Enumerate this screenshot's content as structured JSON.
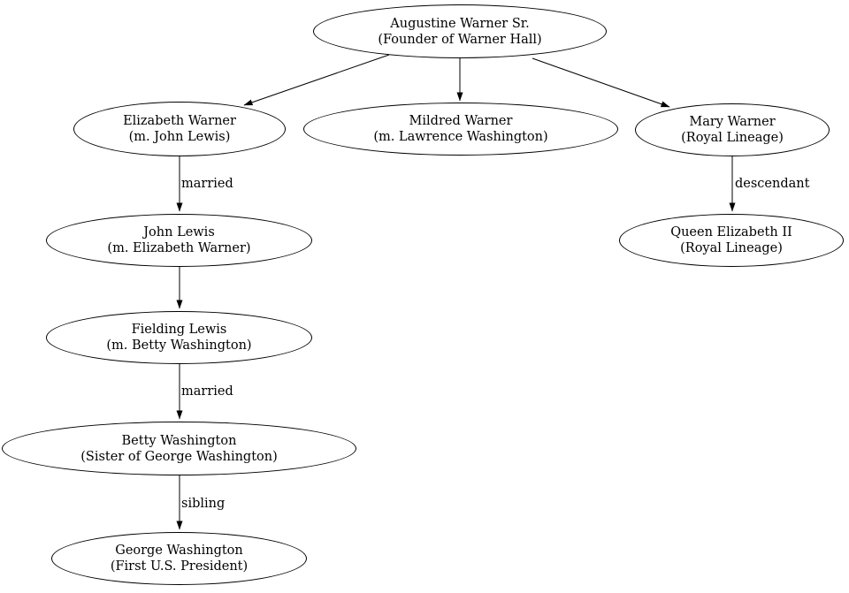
{
  "diagram": {
    "type": "family-tree-graph",
    "background_color": "#ffffff",
    "stroke_color": "#000000",
    "text_color": "#000000",
    "nodes": [
      {
        "id": "augustine",
        "name": "Augustine Warner Sr.",
        "subtitle": "(Founder of Warner Hall)"
      },
      {
        "id": "elizabeth",
        "name": "Elizabeth Warner",
        "subtitle": "(m. John Lewis)"
      },
      {
        "id": "mildred",
        "name": "Mildred Warner",
        "subtitle": "(m. Lawrence Washington)"
      },
      {
        "id": "mary",
        "name": "Mary Warner",
        "subtitle": "(Royal Lineage)"
      },
      {
        "id": "john",
        "name": "John Lewis",
        "subtitle": "(m. Elizabeth Warner)"
      },
      {
        "id": "queen",
        "name": "Queen Elizabeth II",
        "subtitle": "(Royal Lineage)"
      },
      {
        "id": "fielding",
        "name": "Fielding Lewis",
        "subtitle": "(m. Betty Washington)"
      },
      {
        "id": "betty",
        "name": "Betty Washington",
        "subtitle": "(Sister of George Washington)"
      },
      {
        "id": "george",
        "name": "George Washington",
        "subtitle": "(First U.S. President)"
      }
    ],
    "edges": [
      {
        "from": "augustine",
        "to": "elizabeth",
        "label": ""
      },
      {
        "from": "augustine",
        "to": "mildred",
        "label": ""
      },
      {
        "from": "augustine",
        "to": "mary",
        "label": ""
      },
      {
        "from": "elizabeth",
        "to": "john",
        "label": "married"
      },
      {
        "from": "john",
        "to": "fielding",
        "label": ""
      },
      {
        "from": "fielding",
        "to": "betty",
        "label": "married"
      },
      {
        "from": "betty",
        "to": "george",
        "label": "sibling"
      },
      {
        "from": "mary",
        "to": "queen",
        "label": "descendant"
      }
    ]
  }
}
